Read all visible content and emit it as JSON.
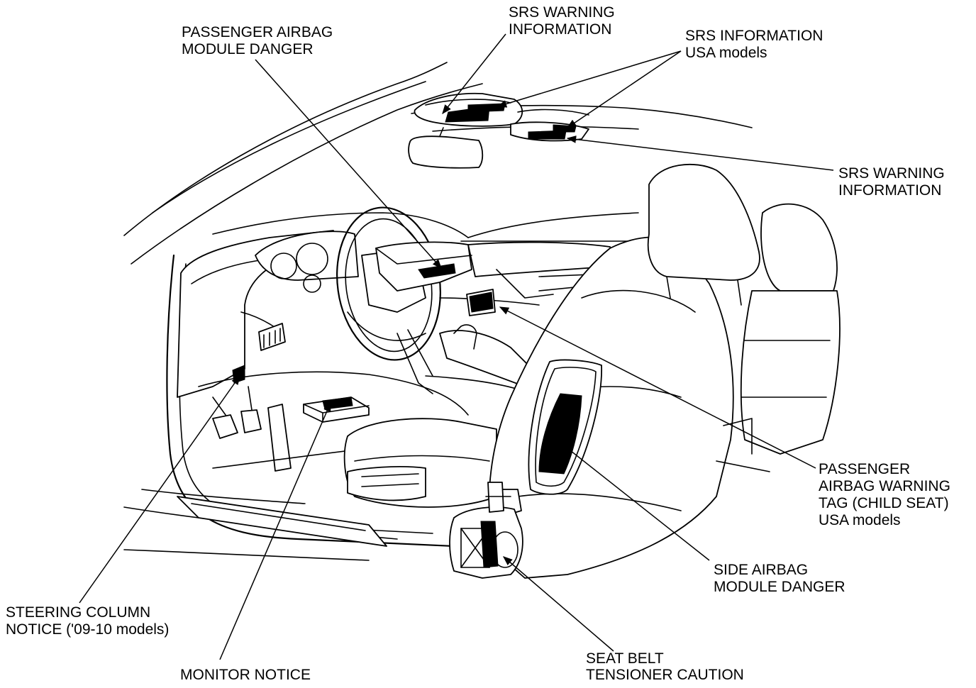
{
  "labels": {
    "srs_warning_top": [
      "SRS WARNING",
      "INFORMATION"
    ],
    "passenger_airbag_module": [
      "PASSENGER AIRBAG",
      "MODULE DANGER"
    ],
    "srs_information": [
      "SRS INFORMATION",
      "USA models"
    ],
    "srs_warning_right": [
      "SRS WARNING",
      "INFORMATION"
    ],
    "passenger_airbag_tag": [
      "PASSENGER",
      "AIRBAG WARNING",
      "TAG (CHILD SEAT)",
      "USA models"
    ],
    "side_airbag_module": [
      "SIDE AIRBAG",
      "MODULE DANGER"
    ],
    "steering_column": [
      "STEERING COLUMN",
      "NOTICE ('09-10 models)"
    ],
    "seat_belt_tensioner": [
      "SEAT BELT",
      "TENSIONER CAUTION"
    ],
    "monitor_notice": [
      "MONITOR NOTICE"
    ]
  }
}
